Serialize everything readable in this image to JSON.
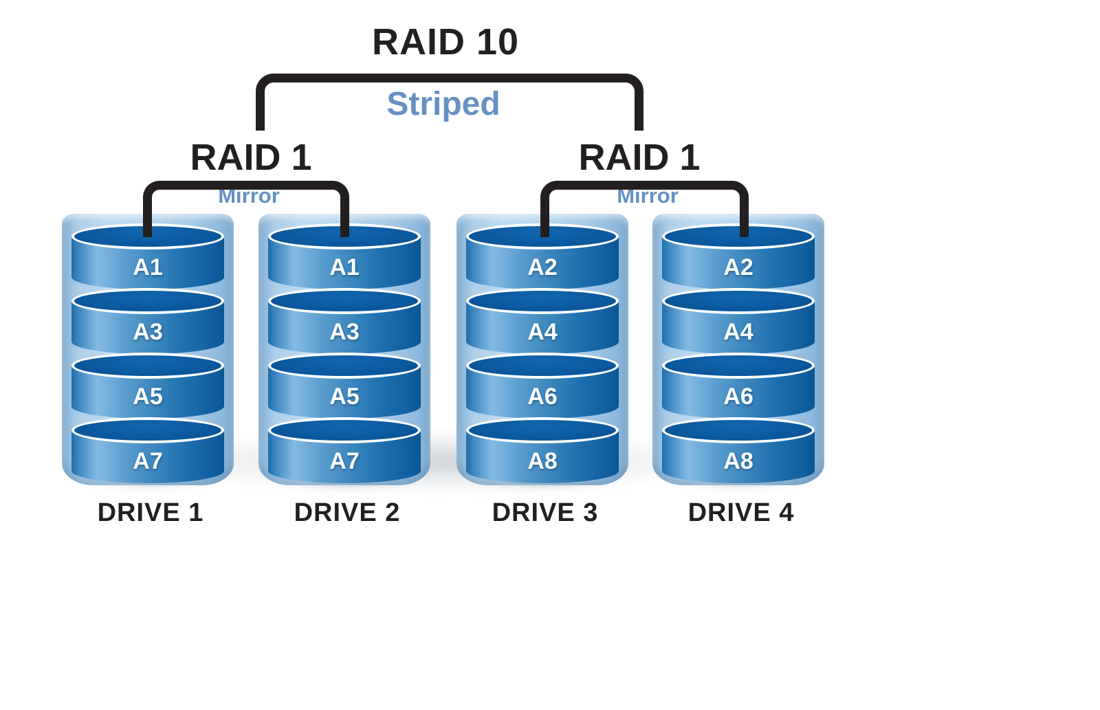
{
  "title": "RAID 10",
  "stripe_label": "Striped",
  "groups": [
    {
      "raid_label": "RAID 1",
      "mirror_label": "Mirror"
    },
    {
      "raid_label": "RAID 1",
      "mirror_label": "Mirror"
    }
  ],
  "drives": [
    {
      "label": "DRIVE 1",
      "blocks": [
        "A1",
        "A3",
        "A5",
        "A7"
      ]
    },
    {
      "label": "DRIVE 2",
      "blocks": [
        "A1",
        "A3",
        "A5",
        "A7"
      ]
    },
    {
      "label": "DRIVE 3",
      "blocks": [
        "A2",
        "A4",
        "A6",
        "A8"
      ]
    },
    {
      "label": "DRIVE 4",
      "blocks": [
        "A2",
        "A4",
        "A6",
        "A8"
      ]
    }
  ],
  "colors": {
    "ink": "#231f20",
    "label_blue": "#6590c2",
    "cyl_dark": "#0b5aa0",
    "cylinder_highlight": "#85bae2",
    "casing_blue": "#aecfe9",
    "block_text": "#ffffff"
  }
}
